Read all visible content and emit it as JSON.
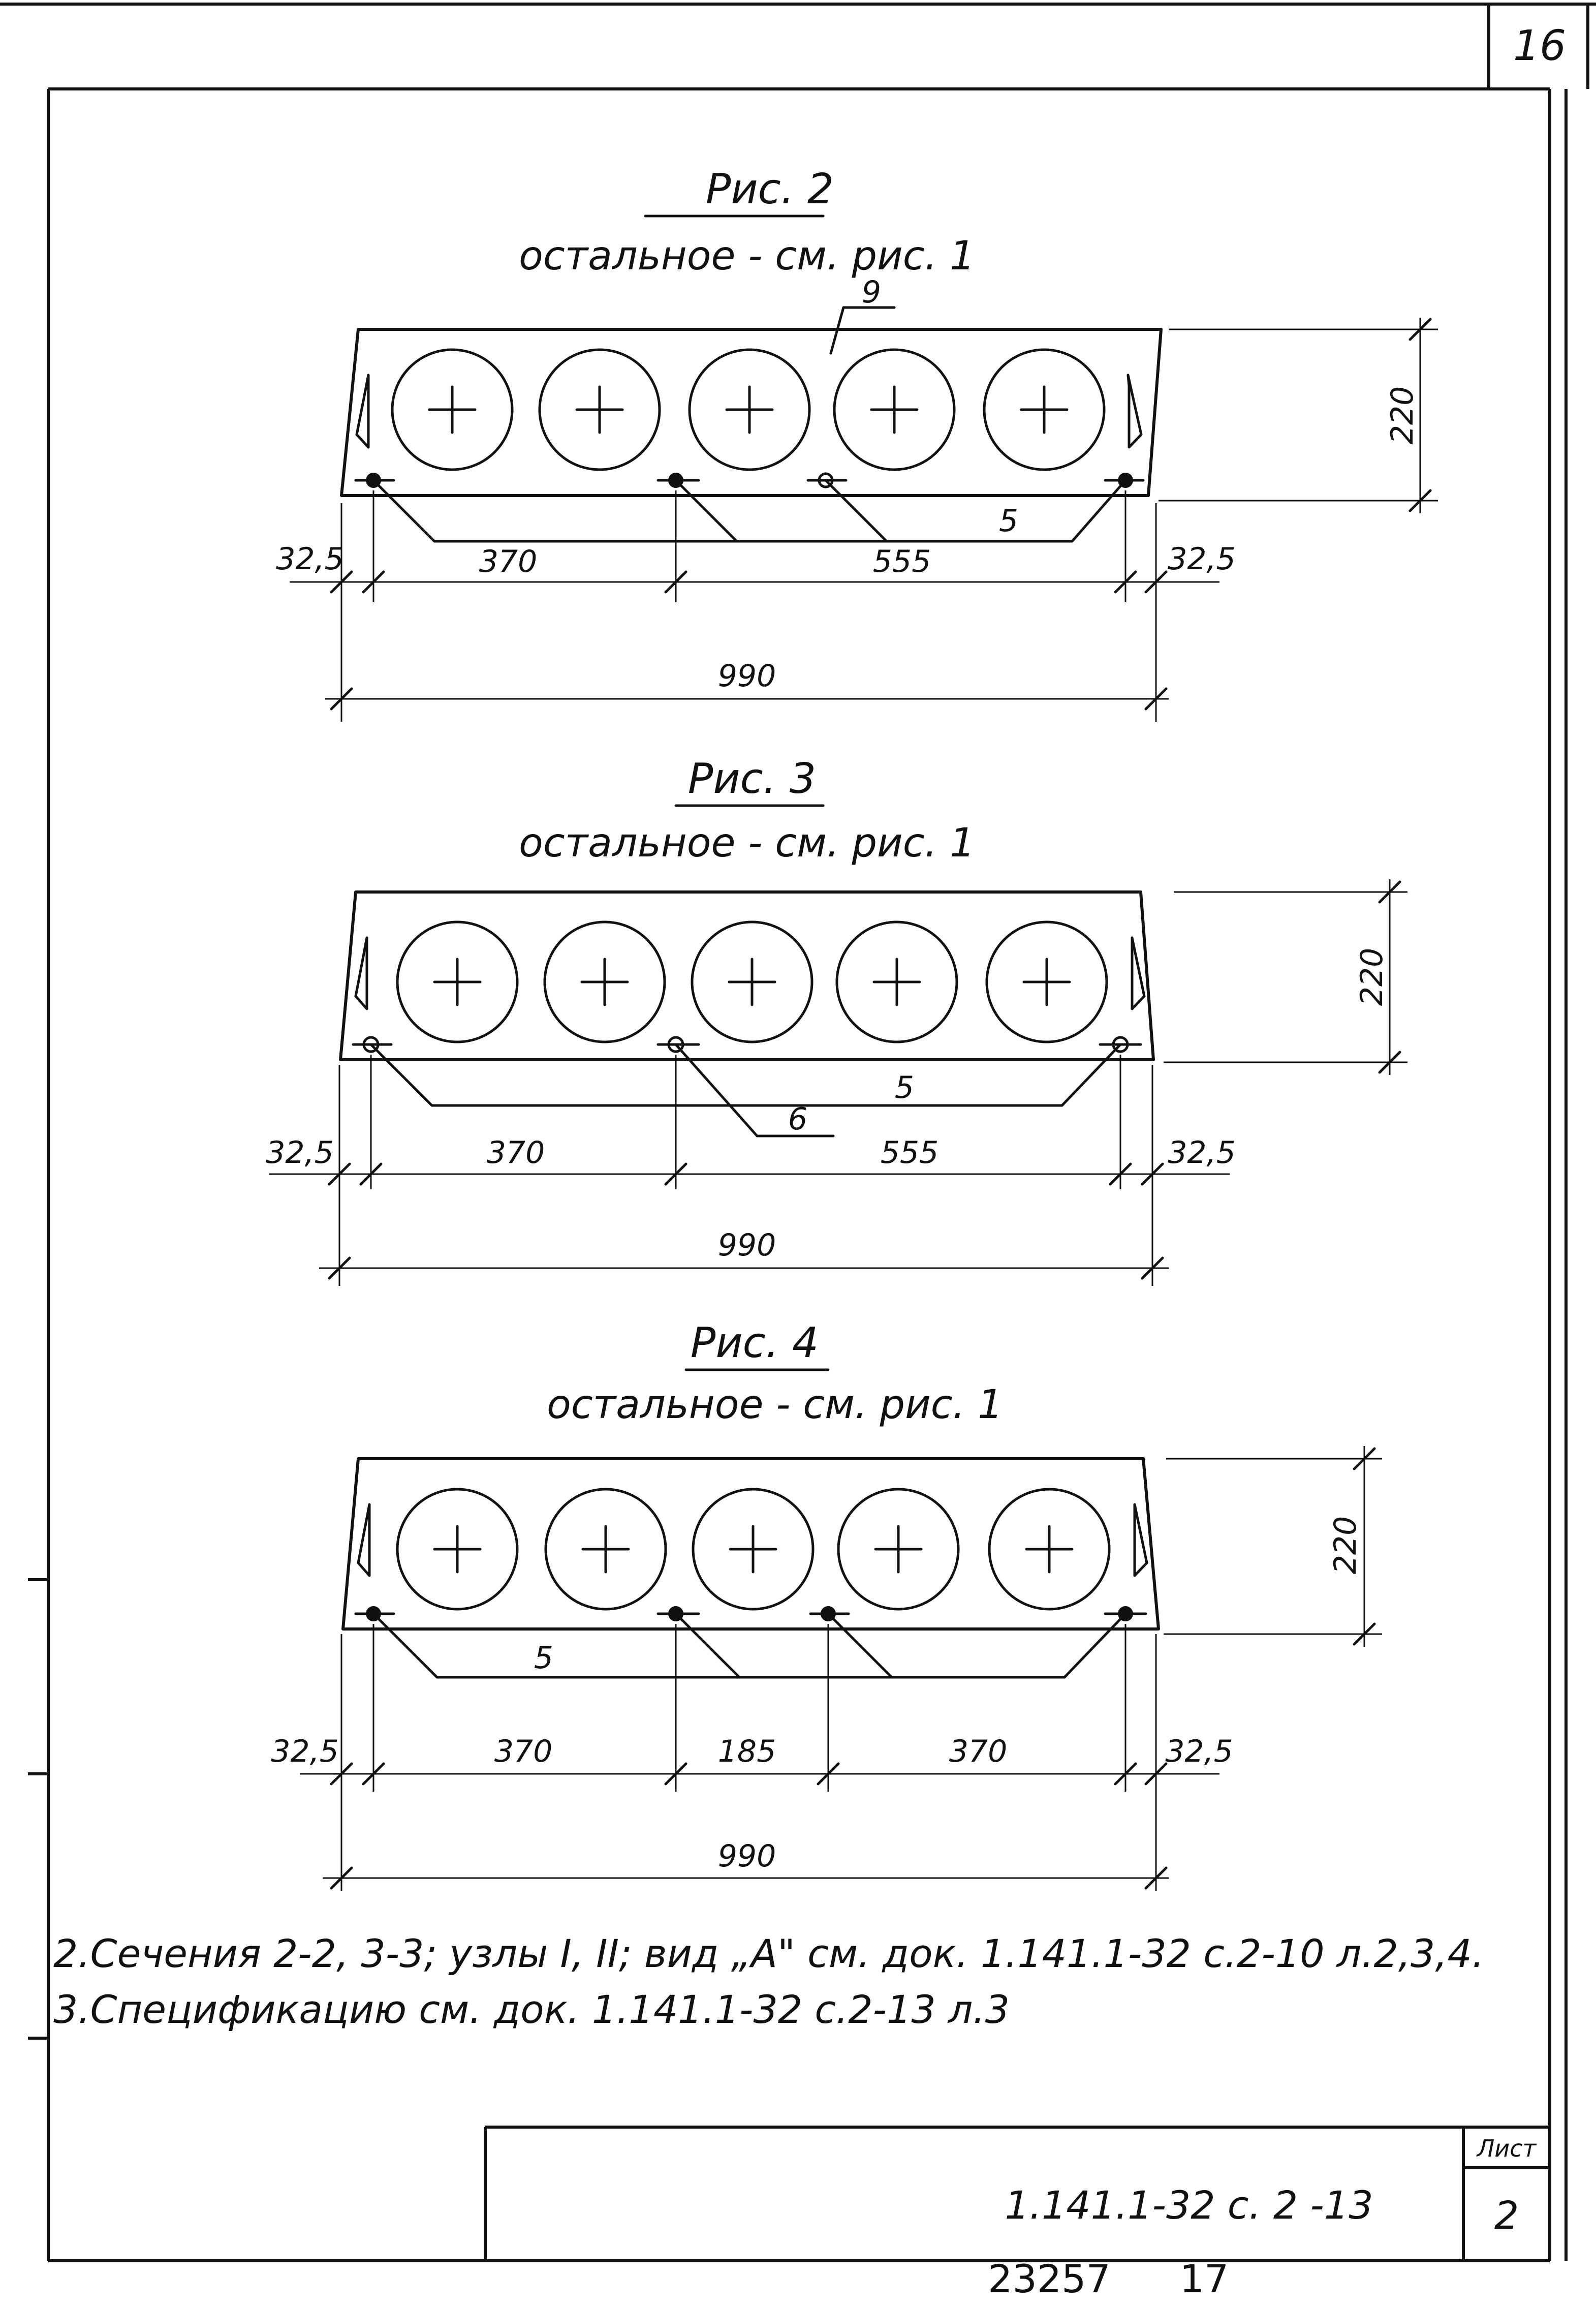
{
  "sheet_number_corner": "16",
  "figures": [
    {
      "title": "Рис. 2",
      "subtitle": "остальное - см. рис. 1",
      "labels": {
        "callout_top": "9",
        "callout_bars": "5",
        "height": "220"
      },
      "dims": {
        "left_edge": "32,5",
        "span_a": "370",
        "span_b": "555",
        "right_edge": "32,5",
        "total": "990"
      }
    },
    {
      "title": "Рис. 3",
      "subtitle": "остальное - см. рис. 1",
      "labels": {
        "callout_upper": "5",
        "callout_lower": "6",
        "height": "220"
      },
      "dims": {
        "left_edge": "32,5",
        "span_a": "370",
        "span_b": "555",
        "right_edge": "32,5",
        "total": "990"
      }
    },
    {
      "title": "Рис. 4",
      "subtitle": "остальное - см. рис. 1",
      "labels": {
        "callout_bars": "5",
        "height": "220"
      },
      "dims": {
        "left_edge": "32,5",
        "span_a": "370",
        "span_b": "185",
        "span_c": "370",
        "right_edge": "32,5",
        "total": "990"
      }
    }
  ],
  "notes": [
    "2.Сечения 2-2, 3-3; узлы I, II; вид „А\" см. док. 1.141.1-32 с.2-10 л.2,3,4.",
    "3.Спецификацию см. док. 1.141.1-32 с.2-13 л.3"
  ],
  "title_block": {
    "document_code": "1.141.1-32 с. 2 -13",
    "sheet_label": "Лист",
    "sheet_value": "2"
  },
  "bottom_numbers": {
    "left": "23257",
    "right": "17"
  }
}
